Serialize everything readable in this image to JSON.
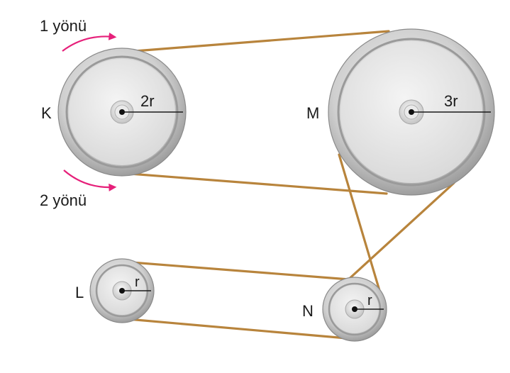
{
  "labels": {
    "direction_1": "1 yönü",
    "direction_2": "2 yönü",
    "pulley_k": "K",
    "pulley_m": "M",
    "pulley_l": "L",
    "pulley_n": "N",
    "radius_k": "2r",
    "radius_m": "3r",
    "radius_l": "r",
    "radius_n": "r"
  },
  "colors": {
    "belt": "#b8843c",
    "arrow": "#e6207a",
    "rim": "#c9c9c9",
    "face": "#e6e6e6"
  },
  "icons": {
    "direction_1_arrow": "curved-arrow-right-icon",
    "direction_2_arrow": "curved-arrow-right-icon"
  }
}
